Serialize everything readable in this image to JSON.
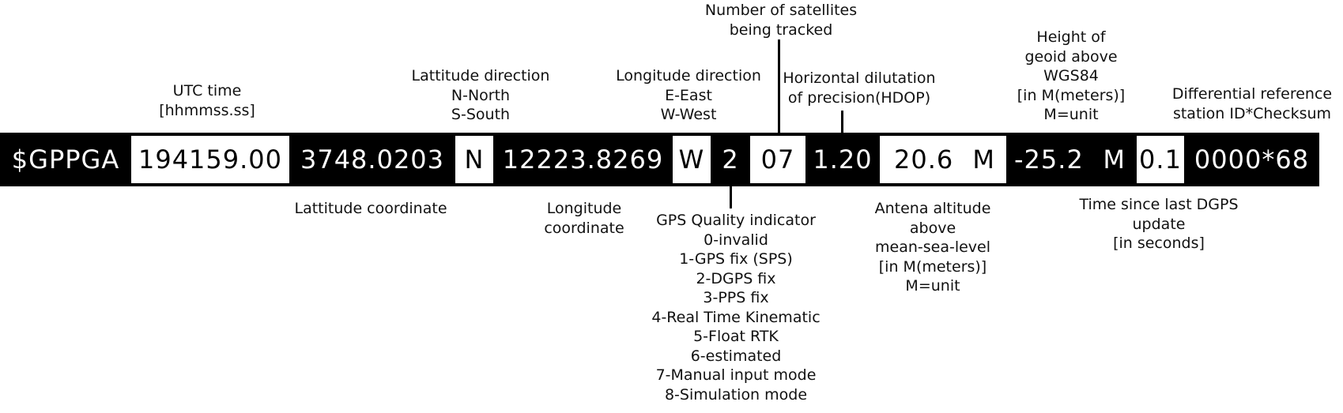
{
  "sentence": {
    "talker": "$GPPGA",
    "utc_time": "194159.00",
    "latitude": "3748.0203",
    "lat_dir": "N",
    "longitude": "12223.8269",
    "lon_dir": "W",
    "quality": "2",
    "satellites": "07",
    "hdop": "1.20",
    "altitude": "20.6",
    "altitude_unit": "M",
    "geoid": "-25.2",
    "geoid_unit": "M",
    "dgps_age": "0.1",
    "station_checksum": "0000*68"
  },
  "labels_top": {
    "utc_time": [
      "UTC time",
      "[hhmmss.ss]"
    ],
    "lat_dir": [
      "Lattitude direction",
      "N-North",
      "S-South"
    ],
    "lon_dir": [
      "Longitude direction",
      "E-East",
      "W-West"
    ],
    "satellites": [
      "Number of satellites",
      "being tracked"
    ],
    "hdop": [
      "Horizontal dilutation",
      "of precision(HDOP)"
    ],
    "geoid": [
      "Height of",
      "geoid above",
      "WGS84",
      "[in M(meters)]",
      "M=unit"
    ],
    "station": [
      "Differential reference",
      "station ID*Checksum"
    ]
  },
  "labels_bottom": {
    "latitude": [
      "Lattitude coordinate"
    ],
    "longitude": [
      "Longitude",
      "coordinate"
    ],
    "quality": [
      "GPS Quality indicator",
      "0-invalid",
      "1-GPS fix (SPS)",
      "2-DGPS fix",
      "3-PPS fix",
      "4-Real Time Kinematic",
      "5-Float RTK",
      "6-estimated",
      "7-Manual input mode",
      "8-Simulation mode"
    ],
    "altitude": [
      "Antena altitude",
      "above",
      "mean-sea-level",
      "[in M(meters)]",
      "M=unit"
    ],
    "dgps_age": [
      "Time since last DGPS",
      "update",
      "[in seconds]"
    ]
  }
}
